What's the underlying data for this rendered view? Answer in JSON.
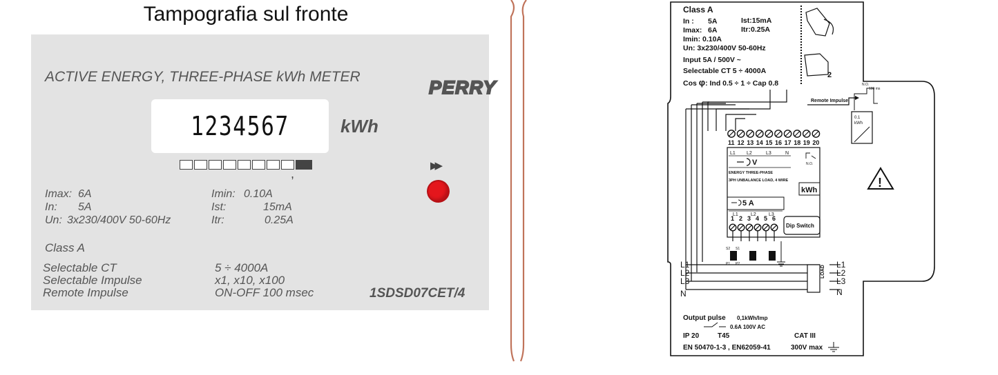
{
  "left": {
    "title": "Tampografia sul fronte",
    "brand": "PERRY",
    "heading": "ACTIVE ENERGY, THREE-PHASE kWh METER",
    "display": {
      "digits": "1234567",
      "unit": "kWh"
    },
    "specs_left": [
      {
        "label": "Imax:",
        "value": "6A"
      },
      {
        "label": "In:",
        "value": "5A"
      },
      {
        "label": "Un:",
        "value": "3x230/400V 50-60Hz"
      }
    ],
    "specs_right": [
      {
        "label": "Imin:",
        "value": "0.10A"
      },
      {
        "label": "Ist:",
        "value": "15mA"
      },
      {
        "label": "Itr:",
        "value": "0.25A"
      }
    ],
    "class": "Class A",
    "features": [
      {
        "label": "Selectable CT",
        "value": "5 ÷ 4000A"
      },
      {
        "label": "Selectable Impulse",
        "value": "x1, x10, x100"
      },
      {
        "label": "Remote Impulse",
        "value": "ON-OFF 100 msec"
      }
    ],
    "model_code": "1SDSD07CET/4"
  },
  "right": {
    "class": "Class A",
    "spec_lines": {
      "in_label": "In :",
      "in_value": "5A",
      "imax_label": "Imax:",
      "imax_value": "6A",
      "imin": "Imin:  0.10A",
      "un": "Un: 3x230/400V 50-60Hz",
      "ist": "Ist:15mA",
      "itr": "Itr:0.25A",
      "input": "Input  5A / 500V ~",
      "selectable_ct": "Selectable CT  5 ÷ 4000A",
      "cos_prefix": "Cos ",
      "phi": "φ",
      "cos_values": ": Ind 0.5 ÷ 1 ÷ Cap 0.8"
    },
    "remote_impulse": "Remote Impulse",
    "switch_labels": {
      "no_top": "N.O.",
      "ms": "100 ms",
      "no_term": "N.O.",
      "kwh_mini": "kWh",
      "ratio": "0.1"
    },
    "terminals_top": [
      "11",
      "12",
      "13",
      "14",
      "15",
      "16",
      "17",
      "18",
      "19",
      "20"
    ],
    "voltage_block": {
      "l1": "L1",
      "l2": "L2",
      "l3": "L3",
      "n": "N",
      "symbol": "V",
      "line1": "ENERGY THREE-PHASE",
      "line2": "3PH UNBALANCE LOAD, 4 WIRE",
      "kwh": "kWh"
    },
    "current_block": {
      "symbol": "5 A",
      "l1": "L1",
      "l2": "L2",
      "l3": "L3"
    },
    "terminals_bottom": [
      "1",
      "2",
      "3",
      "4",
      "5",
      "6"
    ],
    "dip_switch": "Dip Switch",
    "ct_labels": {
      "s2": "S2",
      "s1": "S1",
      "p1": "P1",
      "p2": "P2"
    },
    "lines_left": [
      "L1",
      "L2",
      "L3",
      "N"
    ],
    "lines_right": [
      "L1",
      "L2",
      "L3",
      "N"
    ],
    "load": "LOAD",
    "marker_2": "2",
    "warning_glyph": "!",
    "output_pulse": "Output pulse",
    "output_rate": "0,1kWh/Imp",
    "output_rating": "0.6A 100V AC",
    "ip": "IP 20",
    "temp": "T45",
    "cat": "CAT III",
    "standards": "EN 50470-1-3 , EN62059-41",
    "max_voltage": "300V max"
  },
  "colors": {
    "panel": "#e3e3e3",
    "led": "#e4161c",
    "divider": "#c0735a",
    "text_grey": "#555555"
  }
}
